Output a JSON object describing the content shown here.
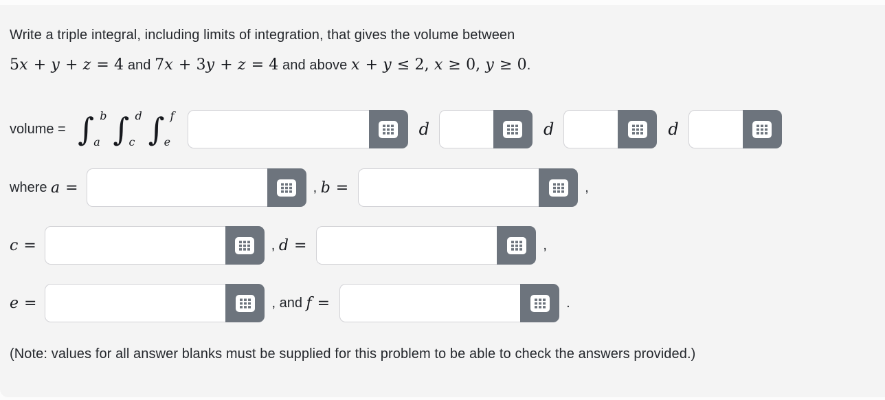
{
  "colors": {
    "panel_bg": "#f4f4f4",
    "page_bg": "#fcfcfc",
    "keypad_button_gray": "#6d747d",
    "input_border": "#d2d2d6",
    "text": "#24272c"
  },
  "icons": {
    "keypad": "keypad-grid-icon"
  },
  "problem": {
    "seg_intro": "Write a triple integral, including limits of integration, that gives the volume between ",
    "math_plane1": "5x + y + z = 4",
    "seg_and": " and ",
    "math_plane2": "7x + 3y + z = 4",
    "seg_above": " and above ",
    "math_region": "x + y ≤ 2, x ≥ 0, y ≥ 0",
    "seg_period": "."
  },
  "volume_row": {
    "label": "volume = ",
    "integrals": [
      {
        "sub": "a",
        "sup": "b"
      },
      {
        "sub": "c",
        "sup": "d"
      },
      {
        "sub": "e",
        "sup": "f"
      }
    ],
    "differentials": [
      "d",
      "d",
      "d"
    ]
  },
  "where_row": {
    "prefix": "where ",
    "var_a": "a =",
    "sep": ", ",
    "var_b": "b =",
    "trailing": ","
  },
  "cd_row": {
    "var_c": "c =",
    "sep": ", ",
    "var_d": "d =",
    "trailing": ","
  },
  "ef_row": {
    "var_e": "e =",
    "sep": ", and ",
    "var_f": "f =",
    "trailing": "."
  },
  "inputs": {
    "integrand": {
      "value": "",
      "placeholder": ""
    },
    "diff_var_1": {
      "value": "",
      "placeholder": ""
    },
    "diff_var_2": {
      "value": "",
      "placeholder": ""
    },
    "diff_var_3": {
      "value": "",
      "placeholder": ""
    },
    "limit_a": {
      "value": "",
      "placeholder": ""
    },
    "limit_b": {
      "value": "",
      "placeholder": ""
    },
    "limit_c": {
      "value": "",
      "placeholder": ""
    },
    "limit_d": {
      "value": "",
      "placeholder": ""
    },
    "limit_e": {
      "value": "",
      "placeholder": ""
    },
    "limit_f": {
      "value": "",
      "placeholder": ""
    }
  },
  "note": "(Note: values for all answer blanks must be supplied for this problem to be able to check the answers provided.)"
}
